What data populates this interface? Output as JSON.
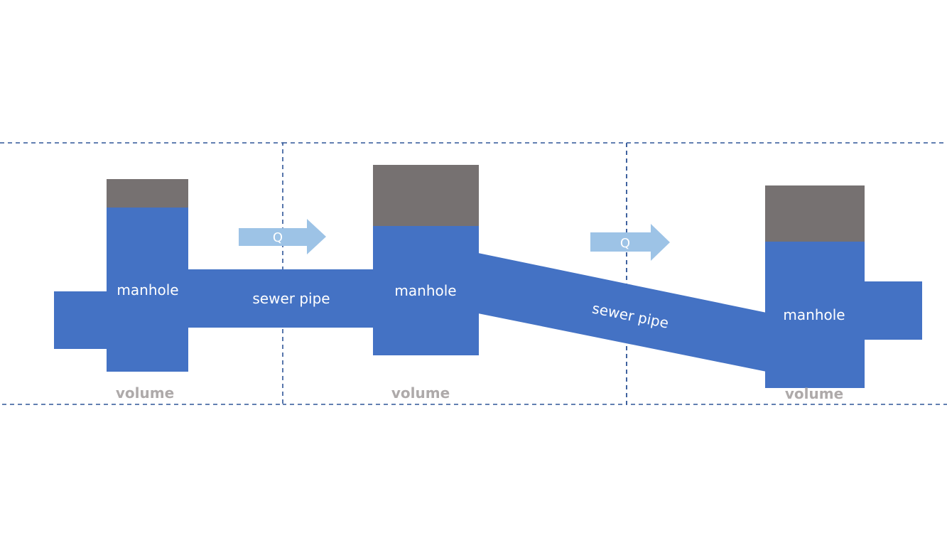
{
  "colors": {
    "water": "#4472c4",
    "cover": "#767171",
    "arrow": "#9dc3e6",
    "dashed_line": "#2f5597",
    "volume_text": "#aeaaaa",
    "label_text": "#ffffff"
  },
  "manholes": [
    {
      "label": "manhole"
    },
    {
      "label": "manhole"
    },
    {
      "label": "manhole"
    }
  ],
  "pipes": [
    {
      "label": "sewer pipe"
    },
    {
      "label": "sewer pipe"
    }
  ],
  "flow_arrows": [
    {
      "label": "Q"
    },
    {
      "label": "Q"
    }
  ],
  "volumes": [
    {
      "label": "volume"
    },
    {
      "label": "volume"
    },
    {
      "label": "volume"
    }
  ]
}
